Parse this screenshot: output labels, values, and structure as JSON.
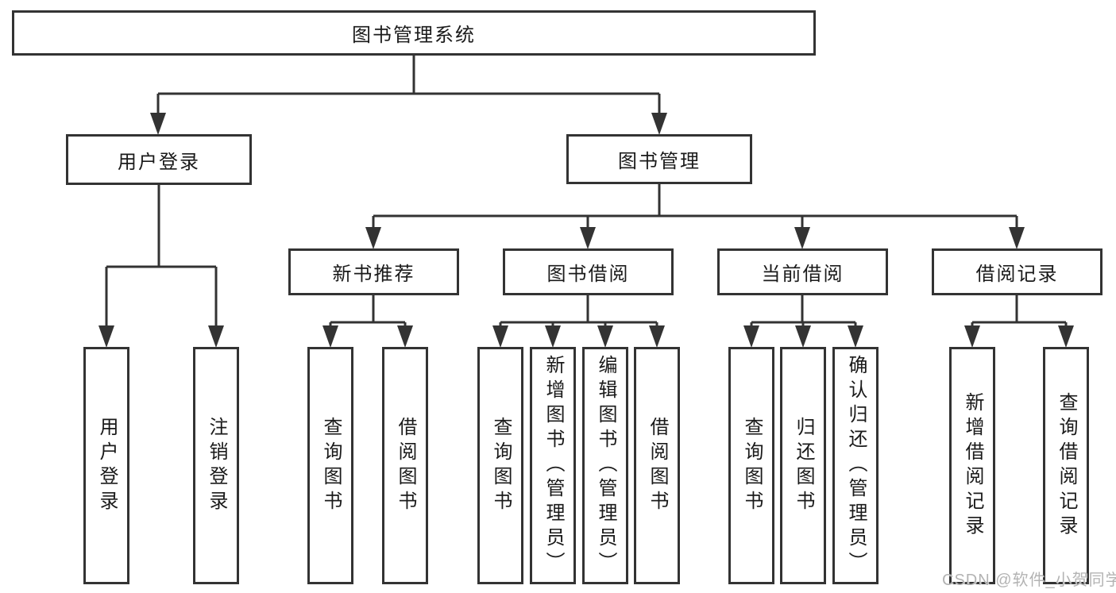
{
  "diagram": {
    "title": "图书管理系统",
    "nodes": {
      "root": {
        "label": "图书管理系统"
      },
      "user_login": {
        "label": "用户登录"
      },
      "book_mgmt": {
        "label": "图书管理"
      },
      "new_book_rec": {
        "label": "新书推荐"
      },
      "book_borrow": {
        "label": "图书借阅"
      },
      "current_borrow": {
        "label": "当前借阅"
      },
      "borrow_record": {
        "label": "借阅记录"
      },
      "leaf_user_login": {
        "label": "用户登录"
      },
      "leaf_logout": {
        "label": "注销登录"
      },
      "leaf_query_book_rec": {
        "label": "查询图书"
      },
      "leaf_borrow_book_rec": {
        "label": "借阅图书"
      },
      "leaf_query_book_borrow": {
        "label": "查询图书"
      },
      "leaf_add_book": {
        "label": "新增图书（管理员）"
      },
      "leaf_edit_book": {
        "label": "编辑图书（管理员）"
      },
      "leaf_borrow_book_borrow": {
        "label": "借阅图书"
      },
      "leaf_query_book_current": {
        "label": "查询图书"
      },
      "leaf_return_book": {
        "label": "归还图书"
      },
      "leaf_confirm_return": {
        "label": "确认归还（管理员）"
      },
      "leaf_add_record": {
        "label": "新增借阅记录"
      },
      "leaf_query_record": {
        "label": "查询借阅记录"
      }
    },
    "colors": {
      "line": "#333333",
      "text": "#1a1a1a",
      "background": "#ffffff",
      "watermark_color": "#b3b3b3"
    }
  },
  "watermark": "CSDN @软件_小贺同学"
}
